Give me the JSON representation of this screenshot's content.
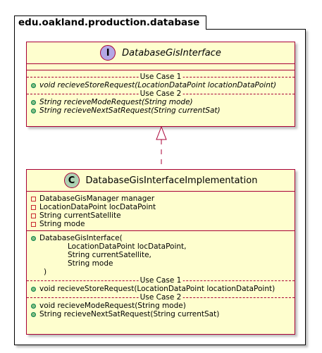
{
  "package": {
    "name": "edu.oakland.production.database"
  },
  "interface": {
    "stereotype_letter": "I",
    "stereotype_color": "#B4A7E5",
    "name": "DatabaseGisInterface",
    "sections": [
      {
        "label": "Use Case 1",
        "methods": [
          "void recieveStoreRequest(LocationDataPoint locationDataPoint)"
        ]
      },
      {
        "label": "Use Case 2",
        "methods": [
          "String recieveModeRequest(String mode)",
          "String recieveNextSatRequest(String currentSat)"
        ]
      }
    ]
  },
  "implementation": {
    "stereotype_letter": "C",
    "stereotype_color": "#ADD1B2",
    "name": "DatabaseGisInterfaceImplementation",
    "fields": [
      "DatabaseGisManager manager",
      "LocationDataPoint locDataPoint",
      "String currentSatellite",
      "String mode"
    ],
    "constructor": {
      "first": "DatabaseGisInterface(",
      "params": [
        "LocationDataPoint locDataPoint,",
        "String currentSatellite,",
        "String mode"
      ],
      "close": ")"
    },
    "sections": [
      {
        "label": "Use Case 1",
        "methods": [
          "void recieveStoreRequest(LocationDataPoint locationDataPoint)"
        ]
      },
      {
        "label": "Use Case 2",
        "methods": [
          "void recieveModeRequest(String mode)",
          "String recieveNextSatRequest(String currentSat)"
        ]
      }
    ]
  },
  "colors": {
    "border": "#A80036",
    "fill": "#FEFECE"
  }
}
